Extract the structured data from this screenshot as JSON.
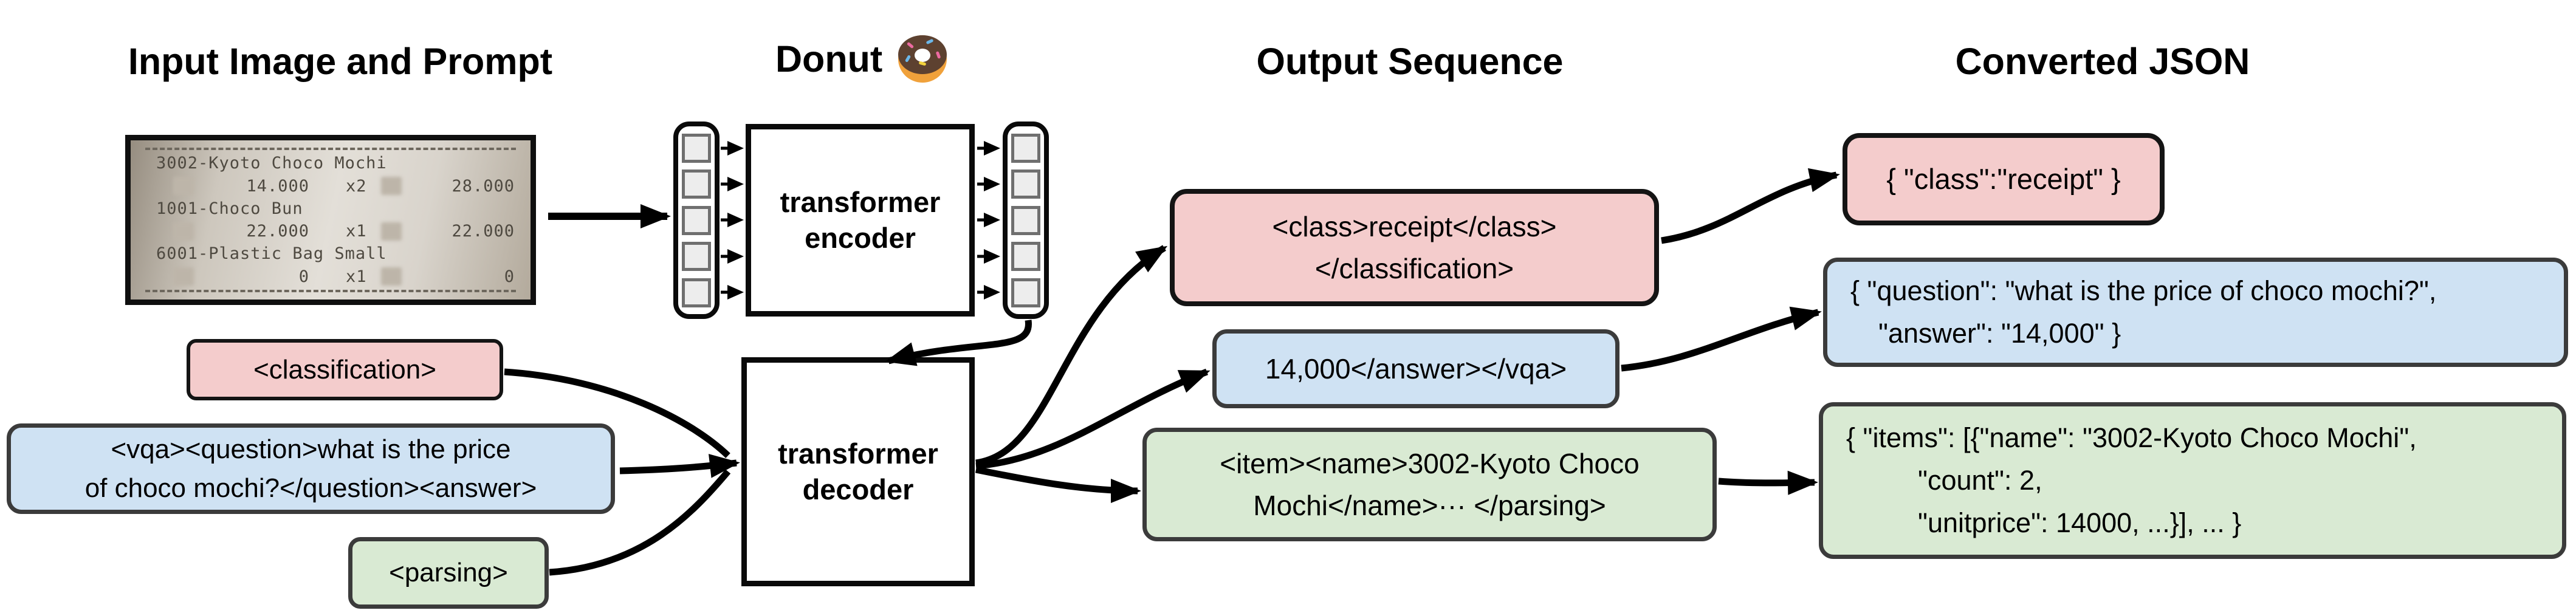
{
  "titles": {
    "input": "Input Image and Prompt",
    "model": "Donut",
    "model_icon": "donut-emoji",
    "output": "Output Sequence",
    "json": "Converted JSON"
  },
  "receipt": {
    "rows": [
      {
        "kind": "item",
        "text": "3002-Kyoto Choco Mochi"
      },
      {
        "kind": "amount",
        "price": "14.000",
        "qty": "x2",
        "total": "28.000"
      },
      {
        "kind": "item",
        "text": "1001-Choco Bun"
      },
      {
        "kind": "amount",
        "price": "22.000",
        "qty": "x1",
        "total": "22.000"
      },
      {
        "kind": "item",
        "text": "6001-Plastic Bag Small"
      },
      {
        "kind": "amount",
        "price": "0",
        "qty": "x1",
        "total": "0"
      }
    ]
  },
  "model": {
    "encoder_label": "transformer encoder",
    "decoder_label": "transformer decoder"
  },
  "prompts": {
    "classification": "<classification>",
    "vqa_line1": "<vqa><question>what is the price",
    "vqa_line2": "of choco mochi?</question><answer>",
    "parsing": "<parsing>"
  },
  "outputs": {
    "classification_line1": "<class>receipt</class>",
    "classification_line2": "</classification>",
    "vqa": "14,000</answer></vqa>",
    "parsing_line1": "<item><name>3002-Kyoto Choco",
    "parsing_line2": "Mochi</name>··· </parsing>"
  },
  "json_outputs": {
    "classification": "{ \"class\":\"receipt\" }",
    "vqa_line1": "{ \"question\": \"what is the price of choco mochi?\",",
    "vqa_line2": "\"answer\": \"14,000\" }",
    "parsing_line1": "{ \"items\": [{\"name\": \"3002-Kyoto Choco Mochi\",",
    "parsing_line2": "\"count\": 2,",
    "parsing_line3": "\"unitprice\": 14000, ...}], ... }"
  },
  "colors": {
    "classification_fill": "#f4cccc",
    "vqa_fill": "#cfe2f3",
    "parsing_fill": "#d9ead3",
    "box_border_dark": "#3b3b3b",
    "line_black": "#000000"
  }
}
